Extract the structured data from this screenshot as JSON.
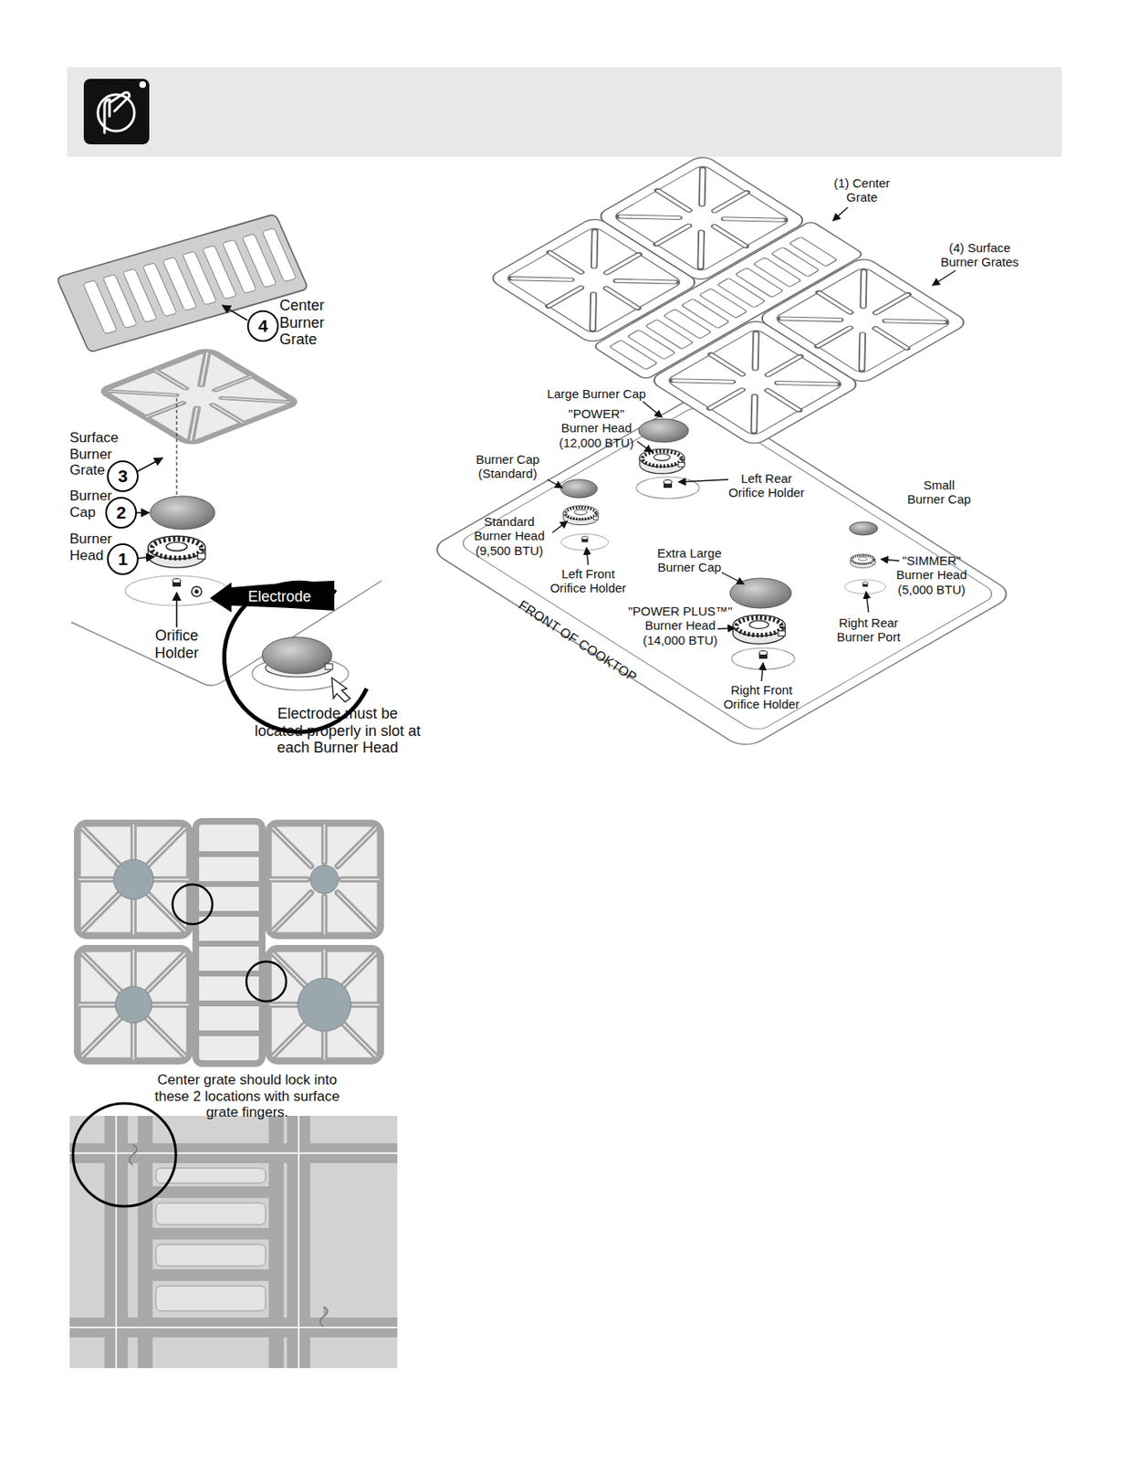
{
  "diagram": {
    "nodes": [
      {
        "text": [
          "4"
        ]
      },
      {
        "text": [
          "3"
        ]
      },
      {
        "text": [
          "2"
        ]
      },
      {
        "text": [
          "1"
        ]
      },
      {
        "text": [
          "Electrode"
        ]
      }
    ],
    "labels": [
      "Center Burner Grate",
      "Surface Burner Grate",
      "Burner Cap",
      "Burner Head",
      "Orifice Holder",
      "Electrode must be located properly in slot at each Burner Head",
      "(1) Center Grate",
      "(4) Surface Burner Grates",
      "Large Burner Cap",
      "\"POWER\" Burner Head (12,000 BTU)",
      "Left Rear Orifice Holder",
      "Burner Cap (Standard)",
      "Standard Burner Head (9,500 BTU)",
      "Left Front Orifice Holder",
      "Extra Large Burner Cap",
      "\"POWER PLUS™\" Burner Head (14,000 BTU)",
      "Right Front Orifice Holder",
      "Small Burner Cap",
      "\"SIMMER\" Burner Head (5,000 BTU)",
      "Right Rear Burner Port",
      "FRONT OF COOKTOP",
      "Center grate should lock into these 2 locations with surface grate fingers."
    ]
  }
}
